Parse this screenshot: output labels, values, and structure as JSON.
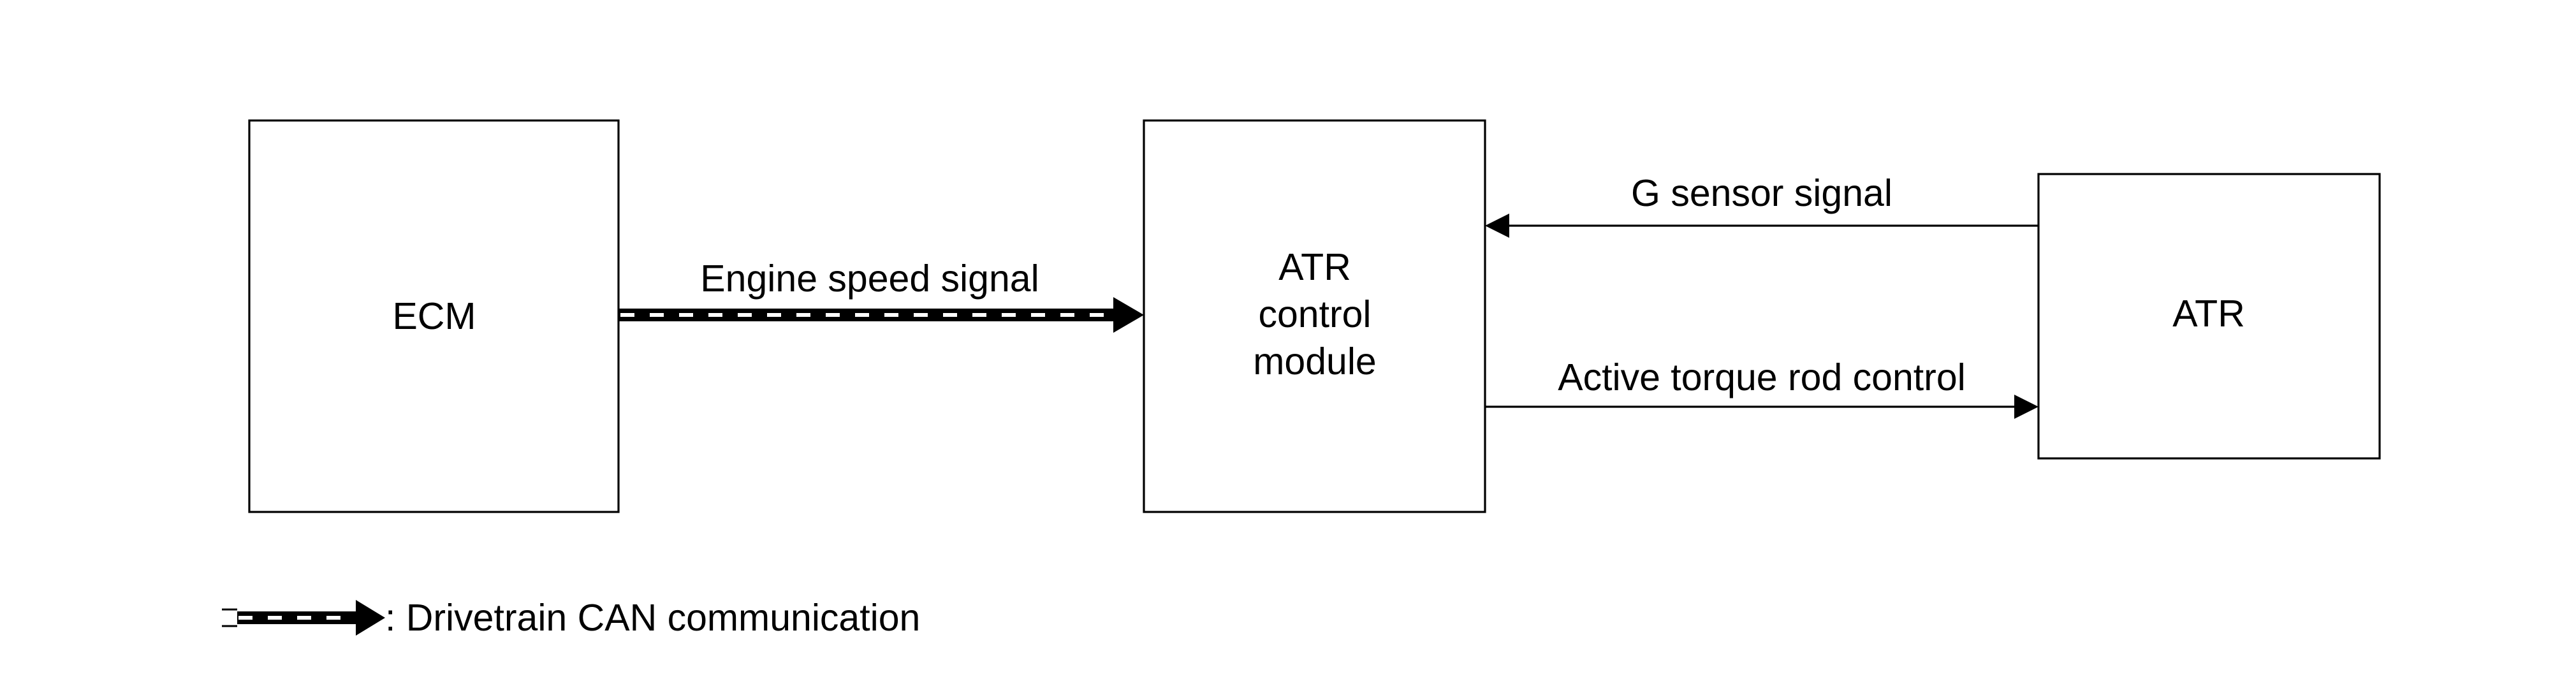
{
  "blocks": {
    "ecm": {
      "label": "ECM"
    },
    "atr_control_module": {
      "lines": [
        "ATR",
        "control",
        "module"
      ]
    },
    "atr": {
      "label": "ATR"
    }
  },
  "signals": {
    "engine_speed": "Engine speed signal",
    "g_sensor": "G sensor signal",
    "active_torque_rod_control": "Active torque rod control"
  },
  "legend": {
    "can_communication": ": Drivetrain CAN communication"
  },
  "colors": {
    "line": "#000000",
    "background": "#ffffff",
    "can_bus_fill": "#000000",
    "can_bus_dash": "#ffffff"
  }
}
